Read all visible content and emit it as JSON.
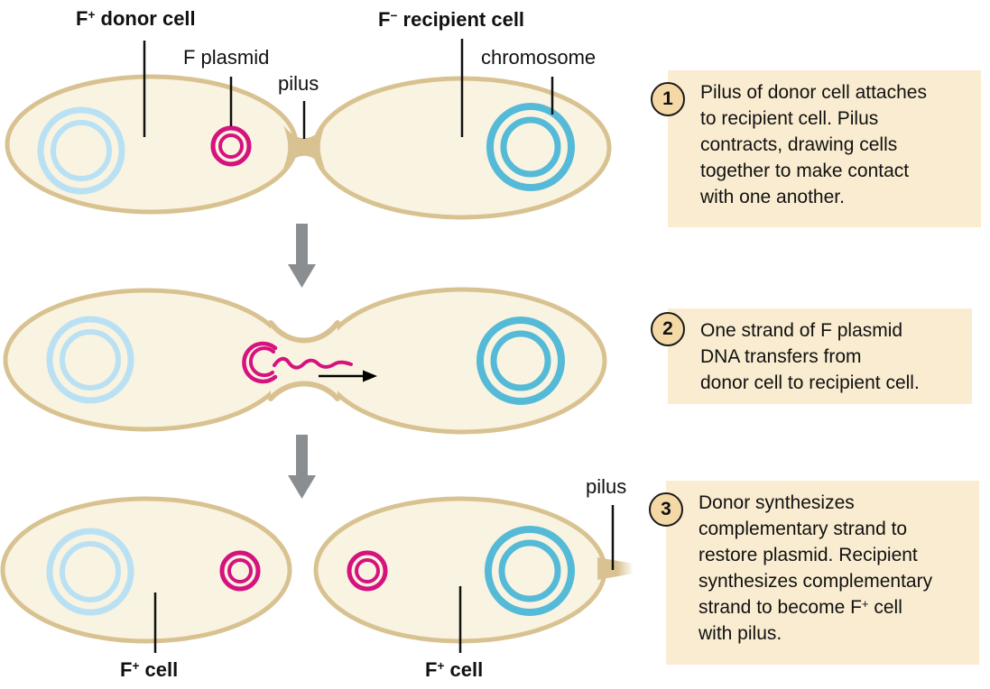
{
  "colors": {
    "cell_fill": "#f9f3e1",
    "membrane_tan": "#d9c291",
    "plasmid_pink": "#d5127e",
    "donor_chromosome_light_blue": "#b9e1f3",
    "recipient_chromosome_blue": "#55bad7",
    "step_box_bg": "#f9ecd0",
    "step_badge_fill": "#f4d9a6",
    "flow_arrow_gray": "#8b8e90",
    "text_black": "#111111"
  },
  "labels": {
    "donor_cell": {
      "pre": "F",
      "sup": "+",
      "post": " donor cell"
    },
    "f_plasmid": "F plasmid",
    "pilus_top": "pilus",
    "recipient_cell": {
      "pre": "F",
      "sup": "−",
      "post": " recipient cell"
    },
    "chromosome": "chromosome",
    "pilus_bottom": "pilus",
    "f_plus_cell_left": {
      "pre": "F",
      "sup": "+",
      "post": " cell"
    },
    "f_plus_cell_right": {
      "pre": "F",
      "sup": "+",
      "post": " cell"
    }
  },
  "steps": [
    {
      "number": "1",
      "text_pre": "Pilus of donor cell attaches\nto recipient cell. Pilus\ncontracts, drawing cells\ntogether to make contact\nwith one another.",
      "sup": "",
      "text_post": ""
    },
    {
      "number": "2",
      "text_pre": "One strand of F plasmid\nDNA transfers from\ndonor cell to recipient cell.",
      "sup": "",
      "text_post": ""
    },
    {
      "number": "3",
      "text_pre": "Donor synthesizes\ncomplementary strand to\nrestore plasmid. Recipient\nsynthesizes complementary\nstrand to become F",
      "sup": "+",
      "text_post": " cell\nwith pilus."
    }
  ]
}
